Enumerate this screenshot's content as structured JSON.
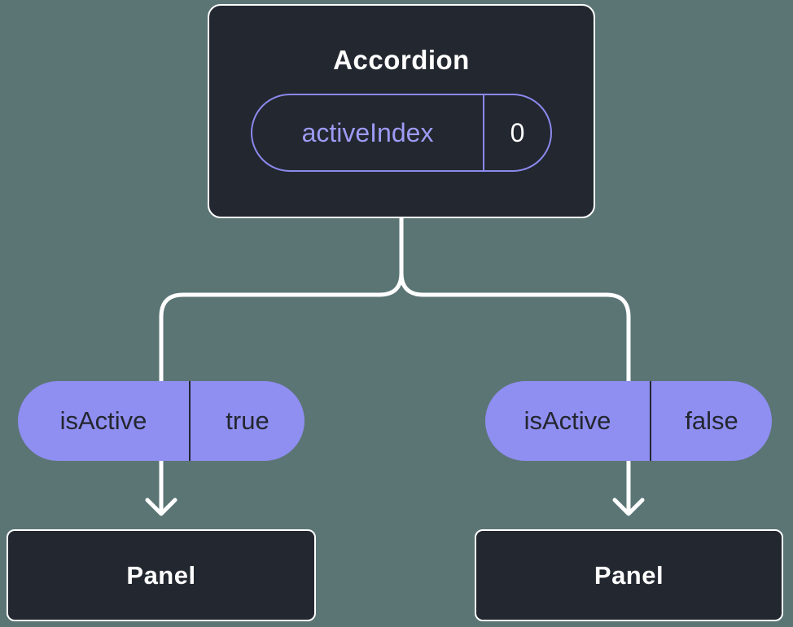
{
  "colors": {
    "background": "#5B7575",
    "node_fill": "#23272F",
    "node_border": "#FFFFFF",
    "pill_fill": "#8F8EF1",
    "pill_text_dark": "#23272F",
    "accent_purple": "#8B89EE",
    "accent_purple_text": "#9D9BF5",
    "connector": "#FFFFFF"
  },
  "root_node": {
    "title": "Accordion",
    "prop_name": "activeIndex",
    "prop_value": "0"
  },
  "child_left": {
    "prop_name": "isActive",
    "prop_value": "true",
    "panel_label": "Panel"
  },
  "child_right": {
    "prop_name": "isActive",
    "prop_value": "false",
    "panel_label": "Panel"
  }
}
